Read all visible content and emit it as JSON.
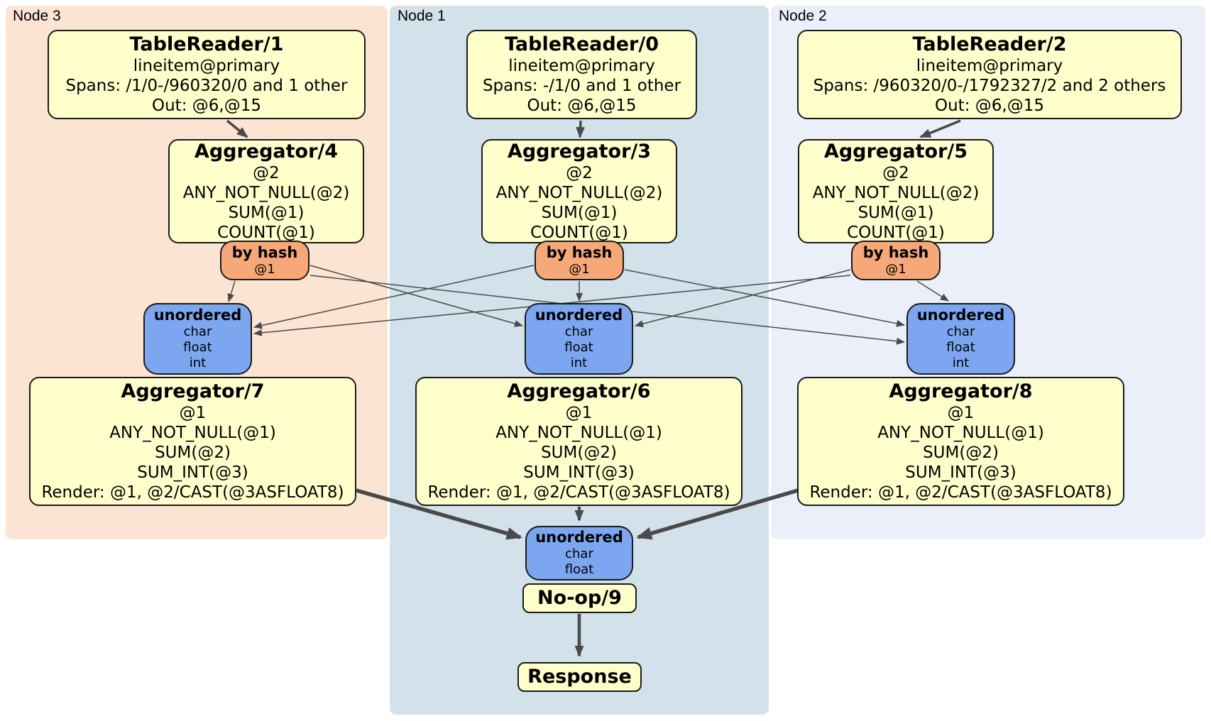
{
  "regions": {
    "node3": {
      "label": "Node 3"
    },
    "node1": {
      "label": "Node 1"
    },
    "node2": {
      "label": "Node 2"
    }
  },
  "processors": {
    "tablereader1": {
      "title": "TableReader/1",
      "lines": [
        "lineitem@primary",
        "Spans: /1/0-/960320/0 and 1 other",
        "Out: @6,@15"
      ]
    },
    "tablereader0": {
      "title": "TableReader/0",
      "lines": [
        "lineitem@primary",
        "Spans: -/1/0 and 1 other",
        "Out: @6,@15"
      ]
    },
    "tablereader2": {
      "title": "TableReader/2",
      "lines": [
        "lineitem@primary",
        "Spans: /960320/0-/1792327/2 and 2 others",
        "Out: @6,@15"
      ]
    },
    "aggregator4": {
      "title": "Aggregator/4",
      "lines": [
        "@2",
        "ANY_NOT_NULL(@2)",
        "SUM(@1)",
        "COUNT(@1)"
      ]
    },
    "aggregator3": {
      "title": "Aggregator/3",
      "lines": [
        "@2",
        "ANY_NOT_NULL(@2)",
        "SUM(@1)",
        "COUNT(@1)"
      ]
    },
    "aggregator5": {
      "title": "Aggregator/5",
      "lines": [
        "@2",
        "ANY_NOT_NULL(@2)",
        "SUM(@1)",
        "COUNT(@1)"
      ]
    },
    "aggregator7": {
      "title": "Aggregator/7",
      "lines": [
        "@1",
        "ANY_NOT_NULL(@1)",
        "SUM(@2)",
        "SUM_INT(@3)",
        "Render: @1, @2/CAST(@3ASFLOAT8)"
      ]
    },
    "aggregator6": {
      "title": "Aggregator/6",
      "lines": [
        "@1",
        "ANY_NOT_NULL(@1)",
        "SUM(@2)",
        "SUM_INT(@3)",
        "Render: @1, @2/CAST(@3ASFLOAT8)"
      ]
    },
    "aggregator8": {
      "title": "Aggregator/8",
      "lines": [
        "@1",
        "ANY_NOT_NULL(@1)",
        "SUM(@2)",
        "SUM_INT(@3)",
        "Render: @1, @2/CAST(@3ASFLOAT8)"
      ]
    },
    "noop9": {
      "title": "No-op/9"
    },
    "response": {
      "title": "Response"
    }
  },
  "routers": {
    "hash3": {
      "title": "by hash",
      "lines": [
        "@1"
      ]
    },
    "hash1": {
      "title": "by hash",
      "lines": [
        "@1"
      ]
    },
    "hash2": {
      "title": "by hash",
      "lines": [
        "@1"
      ]
    }
  },
  "syncs": {
    "unordered7": {
      "title": "unordered",
      "lines": [
        "char",
        "float",
        "int"
      ]
    },
    "unordered6": {
      "title": "unordered",
      "lines": [
        "char",
        "float",
        "int"
      ]
    },
    "unordered8": {
      "title": "unordered",
      "lines": [
        "char",
        "float",
        "int"
      ]
    },
    "unordered9": {
      "title": "unordered",
      "lines": [
        "char",
        "float"
      ]
    }
  },
  "colors": {
    "processor_fill": "#FFFFCC",
    "router_fill": "#F6A879",
    "sync_fill": "#7CA7F0",
    "node3_bg": "#FCE4D3",
    "node1_bg": "#D3E1EB",
    "node2_bg": "#EAEFFA",
    "edge": "#4A4A4A",
    "border": "#1A1A1A"
  }
}
